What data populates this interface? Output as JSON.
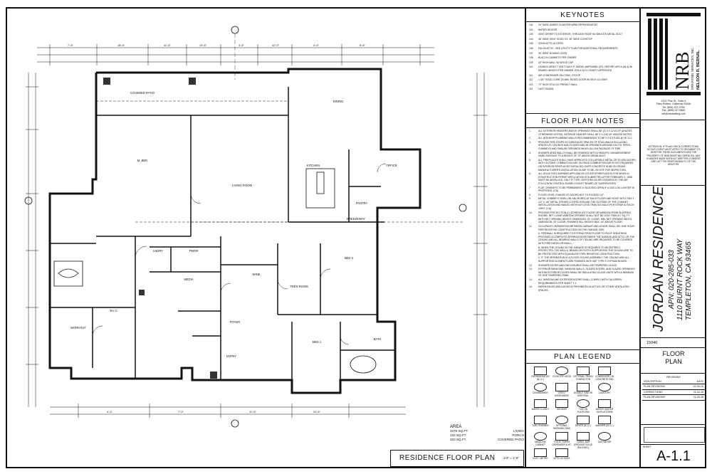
{
  "plan": {
    "title": "RESIDENCE FLOOR PLAN",
    "scale": "1/4\" = 1'-0\"",
    "rooms": [
      {
        "id": "covered-patio",
        "label": "COVERED PATIO"
      },
      {
        "id": "dining",
        "label": "DINING"
      },
      {
        "id": "m-bed",
        "label": "M. BED"
      },
      {
        "id": "living-room",
        "label": "LIVING ROOM"
      },
      {
        "id": "kitchen",
        "label": "KITCHEN"
      },
      {
        "id": "office",
        "label": "OFFICE"
      },
      {
        "id": "pantry",
        "label": "PANTRY"
      },
      {
        "id": "breezeway",
        "label": "BREEZEWAY"
      },
      {
        "id": "lndry",
        "label": "LNDRY"
      },
      {
        "id": "pwdr",
        "label": "PWDR"
      },
      {
        "id": "wine",
        "label": "WINE"
      },
      {
        "id": "teen-room",
        "label": "TEEN ROOM"
      },
      {
        "id": "bed-2",
        "label": "BED 2"
      },
      {
        "id": "media",
        "label": "MEDIA"
      },
      {
        "id": "foyer",
        "label": "FOYER"
      },
      {
        "id": "workout",
        "label": "WORKOUT"
      },
      {
        "id": "wic",
        "label": "W.I.C."
      },
      {
        "id": "entry",
        "label": "ENTRY"
      },
      {
        "id": "bed-1",
        "label": "BED 1"
      },
      {
        "id": "bath",
        "label": "BATH"
      }
    ],
    "area": {
      "heading": "AREA",
      "rows": [
        {
          "value": "3476 SQ.FT.",
          "label": "LIVING"
        },
        {
          "value": "132 SQ.FT.",
          "label": "PORCH"
        },
        {
          "value": "320 SQ.FT.",
          "label": "COVERED PATIO"
        }
      ]
    },
    "dims": [
      "7'-6\"",
      "18'-6\"",
      "11'-6\"",
      "13'-6\"",
      "4'-6\"",
      "12'-0\"",
      "4'-0\"",
      "5'-8\"",
      "4'-4\"",
      "7'-0\"",
      "11'-6\"",
      "20'-6\""
    ]
  },
  "keynotes": {
    "title": "KEYNOTES",
    "items": [
      {
        "num": "101",
        "text": "24\" WIDE UNDER COUNTER WINE REFRIGERATOR"
      },
      {
        "num": "102",
        "text": "WATER HEATER"
      },
      {
        "num": "103",
        "text": "VENT DRYER TO EXTERIOR, THROUGH ROOF W/ SMOOTH METAL DUCT"
      },
      {
        "num": "104",
        "text": "48\" WIDE VENT HOOD OV. 36\" WIDE COOKTOP"
      },
      {
        "num": "105",
        "text": "22X30 ATTIC ACCESS"
      },
      {
        "num": "106",
        "text": "FAU IN ATTIC - SEE UTILITY PLAN FOR ADDITIONAL REQUIREMENTS"
      },
      {
        "num": "107",
        "text": "30\" WIDE DOUBLE OVEN"
      },
      {
        "num": "108",
        "text": "BUILT-IN CABINETS PER OWNER"
      },
      {
        "num": "109",
        "text": "42\" HIGH WALL W/ WOOD CAP"
      },
      {
        "num": "110",
        "text": "LENNOX DIRECT VENT GAS F.P. MODEL #MPD35ND (CF). REFORY #FR-#-(5)-4) W/ RAISED HEARTH PER OWNER. EPA & SLO COUNTY APPROVED"
      },
      {
        "num": "111",
        "text": "AIR-CONDENSER ON CONC. STOOP"
      },
      {
        "num": "112",
        "text": "1 3/4\" SOLID-CORE 20-MIN. RATED DOOR W/ SELF-CLOSER"
      },
      {
        "num": "113",
        "text": "72\" HIGH STUCCO PRIVACY WALL"
      },
      {
        "num": "114",
        "text": "LAZY SUSAN"
      }
    ]
  },
  "floor_notes": {
    "title": "FLOOR PLAN NOTES",
    "items": [
      {
        "num": "1.",
        "text": "ALL EXTERIOR HEADERS ABOVE OPENINGS SHALL BE (2) 4 X 12 #1 DF (UNLESS OTHERWISE NOTED). INTERIOR HEADER SHALL BE 4 X 6 #2 DF UNLESS NOTED."
      },
      {
        "num": "2.",
        "text": "ALL INTERIOR PLUMBING WALLS RECOMMENDED TO BE 2 X 6 STUDS @ 16\" O.C."
      },
      {
        "num": "3.",
        "text": "PROVIDE FIRE STOPS IN CONCEALED SPACES OF STUD WALLS INCLUDING SPACES AT CEILINGS AND FLOORS AND IN OPENINGS AROUND DUCTS, PIPES, CHIMNEYS AND SIMILAR OPENINGS WHICH ALLOW PASSAGE OF FIRE."
      },
      {
        "num": "4.",
        "text": "SHOWER AREA WALLS SHALL BE FINISHED WITH A SMOOTH, NONABSORBENT HARD SURFACE TO A HEIGHT OF 70\" ABOVE DRAIN INLET."
      },
      {
        "num": "5.",
        "text": "ALL FIREPLACES SHALL HAVE APPROVED COLLAPSIBLE METAL OR GLASS DOORS, WITH OUTSIDE COMBUSTION AIR. OUTSIDE COMBUSTION AIR IS NOT REQUIRED ON INTERIOR FIREPLACES INSTALLED OVER CONCRETE SLAB ON GRADE. MANUFACTURER'S INSTALLATION GUIDE TO BE ON SITE FOR INSPECTION."
      },
      {
        "num": "6.",
        "text": "ALL SOLID FUEL BURNING APPLIANCES (STOVES/FIREPLACES) FOR WHICH A CONSTRUCTION PERMIT APPLICATION IS SUBMITTED AFTER FEBRUARY 1, 1996 MUST BE INSTALLED, ONLY IF TYPE CERTIFIED AS RECOGNIZED BY THE AIR POLLUTION CONTROL BOARD COUNTY BOARD OF SUPERVISORS."
      },
      {
        "num": "7.",
        "text": "FLUE CHIMNEYS TO BE PERMANENTLY BLOCKED OPEN IF A GAS LOG LIGHTER IS PROPOSED. (CA)"
      },
      {
        "num": "8.",
        "text": "FLOOR LEVEL CHANGE AT DOORS NOT TO EXCEED 1/2\"."
      },
      {
        "num": "9.",
        "text": "METAL CHIMNEYS SHALL BE ANCHORED AT EACH FLOOR AND ROOF WITH TWO 1 1/2\" X 1/8\" METAL STRAPS LOOPED AROUND THE OUTSIDE OF THE CHIMNEY INSTALLATION AND NAILED WITH NOT LESS THAN SIX NAILS PER STRAP AT EACH JOIST. (CA)"
      },
      {
        "num": "10.",
        "text": "PROVIDE PER SECTION (C) EGRESS EXIT DOOR OR WINDOW FROM SLEEPING ROOMS. NET CLEAR WINDOW OPENING SHALL NOT BE LESS THAN 5.7 SQ. FT. WITH NET OPENING HEIGHT DIMENSION. 24\" CLEAR, MIN. NET OPENING WIDTH DIMENSION. 20\" CLEAR. FINISHED SILL HEIGHT MAX. 44\" ABOVE FLOOR."
      },
      {
        "num": "11.",
        "text": "OCCUPANCY SEPARATION BETWEEN GARAGE AND HOUSE SHALL BE: ONE HOUR FIRE RESISTIVE CONSTRUCTION ON THE GARAGE SIDE."
      },
      {
        "num": "",
        "text": "A. FIREWALL IS REQUIRED TO EXTEND FROM FLOOR TO ROOF SHEATHING PROVIDED A COMPLETE SEPARATION BETWEEN THE GARAGE AND ATTIC OR THE CEILING AND ALL BEARING WALLS OF CEILING ARE REQUIRED TO BE COVERED WITH FIRE RATED DRYWALL."
      },
      {
        "num": "",
        "text": "B. WHEN THE CEILING IN THE GARAGE IS REQUIRED TO BE ENTIRELY PROTECTED, THE WALLS, BEAMS OR POSTS SUPPORTING THE CEILING ARE TO BE PROTECTED WITH EQUIVALENT FIRE RESISTIVE CONSTRUCTION."
      },
      {
        "num": "",
        "text": "C. IF THE SEPARATION IS A FLOOR-CEILING ASSEMBLY, THE CEILING AND ALL SUPPORTING ELEMENTS ARE FINISHED WITH 5/8\" TYPE X GYPSUM BOARD."
      },
      {
        "num": "12.",
        "text": "SHOWER DOORS AND ENCLOSURES SHALL BE TEMPERED GLASS."
      },
      {
        "num": "13.",
        "text": "EXTERIOR WINDOWS, WINDOW WALLS, GLAZED DOORS, AND GLAZED OPENINGS WITHIN EXTERIOR DOORS SHALL BE INSULATING-GLASS UNITS WITH A MINIMUM OF ONE TEMPERED PANE."
      },
      {
        "num": "14.",
        "text": "ALL WINDOW AND EXTERIOR DOORS SHALL COMPLY WITH CALGREEN REQUIREMENTS PER SHEET T-1."
      },
      {
        "num": "15.",
        "text": "PAPER-FACED INSULATION IS PROHIBITED IN ATTICS OR OTHER VENTILATED SPACES."
      }
    ]
  },
  "legend": {
    "title": "PLAN LEGEND",
    "items": [
      {
        "label": "REFRIGERATOR (N.I.C.)"
      },
      {
        "label": "COOKTOP HOOD"
      },
      {
        "label": "OPTIONAL TRASH COMPACTOR"
      },
      {
        "label": "CONDENSER ON CONCRETE PAD"
      },
      {
        "label": "DISHWASHER"
      },
      {
        "label": "OVEN / MICROWAVE"
      },
      {
        "label": "DOUBLE SINK W/ DISPOSAL"
      },
      {
        "label": "LAVATORY"
      },
      {
        "label": "WATER CLOSET"
      },
      {
        "label": "SHOWER"
      },
      {
        "label": "TUB ON PLATFORM"
      },
      {
        "label": "WATER HEATER ON PLATFORM"
      },
      {
        "label": "TUB / SHOWER"
      },
      {
        "label": "OPTIONAL WORKING SINK"
      },
      {
        "label": "DRYER (N.I.C.)"
      },
      {
        "label": "WASHER (N.I.C.)"
      },
      {
        "label": "MEDICINE CABINET"
      },
      {
        "label": "TOILET PAPER DISPENSER & HT."
      },
      {
        "label": "TOWEL BAR (PROVIDE SOLID BACKING)"
      },
      {
        "label": "GAS METER"
      },
      {
        "label": "ELEC. METER"
      },
      {
        "label": "ATTIC ACCESS"
      }
    ]
  },
  "firm": {
    "logo_text": "NRB",
    "logo_sub1": "DRAFTING SERVICES, INC.",
    "logo_sub2": "NELSON R. BERNAL",
    "address": "2121 Pine St., Suite A",
    "city": "Paso Robles, California 93446",
    "tel": "Tel: (805) 237-0765",
    "fax": "Fax: (805) 237-5565",
    "email": "nrb@nrbdrafting.com",
    "disclaimer": "ATTENTION: IF PLAN CHECK CORRECTIONS OCCUR CLIENT MUST APPLY TO RESUBMIT TO DRAFTER THESE DOCUMENTS ARE THE PROPERTY OF NRB DRAFTING SERVICES. ANY CHANGES MADE WITHOUT WRITTEN CONSENT ARE NOT THE RESPONSIBILITY OF THE DRAFTER."
  },
  "project": {
    "name": "JORDAN RESIDENCE",
    "apn": "APN: 020-285-033",
    "street": "1110 BURNT ROCK WAY",
    "city": "TEMPLETON, CA 93465",
    "job_no": "15046",
    "sheet_title_1": "FLOOR",
    "sheet_title_2": "PLAN"
  },
  "revisions": {
    "header": "REVISIONS",
    "rows": [
      {
        "desc": "DESCRIPTION",
        "date": "DATE"
      },
      {
        "desc": "PLAN REVISIONS",
        "date": "02-04-16"
      },
      {
        "desc": "CORRECTIONS",
        "date": "11-02-16"
      },
      {
        "desc": "PLAN REVISIONS",
        "date": "11-03-16"
      }
    ]
  },
  "sheet": {
    "label": "SHEET",
    "number": "A-1.1"
  }
}
